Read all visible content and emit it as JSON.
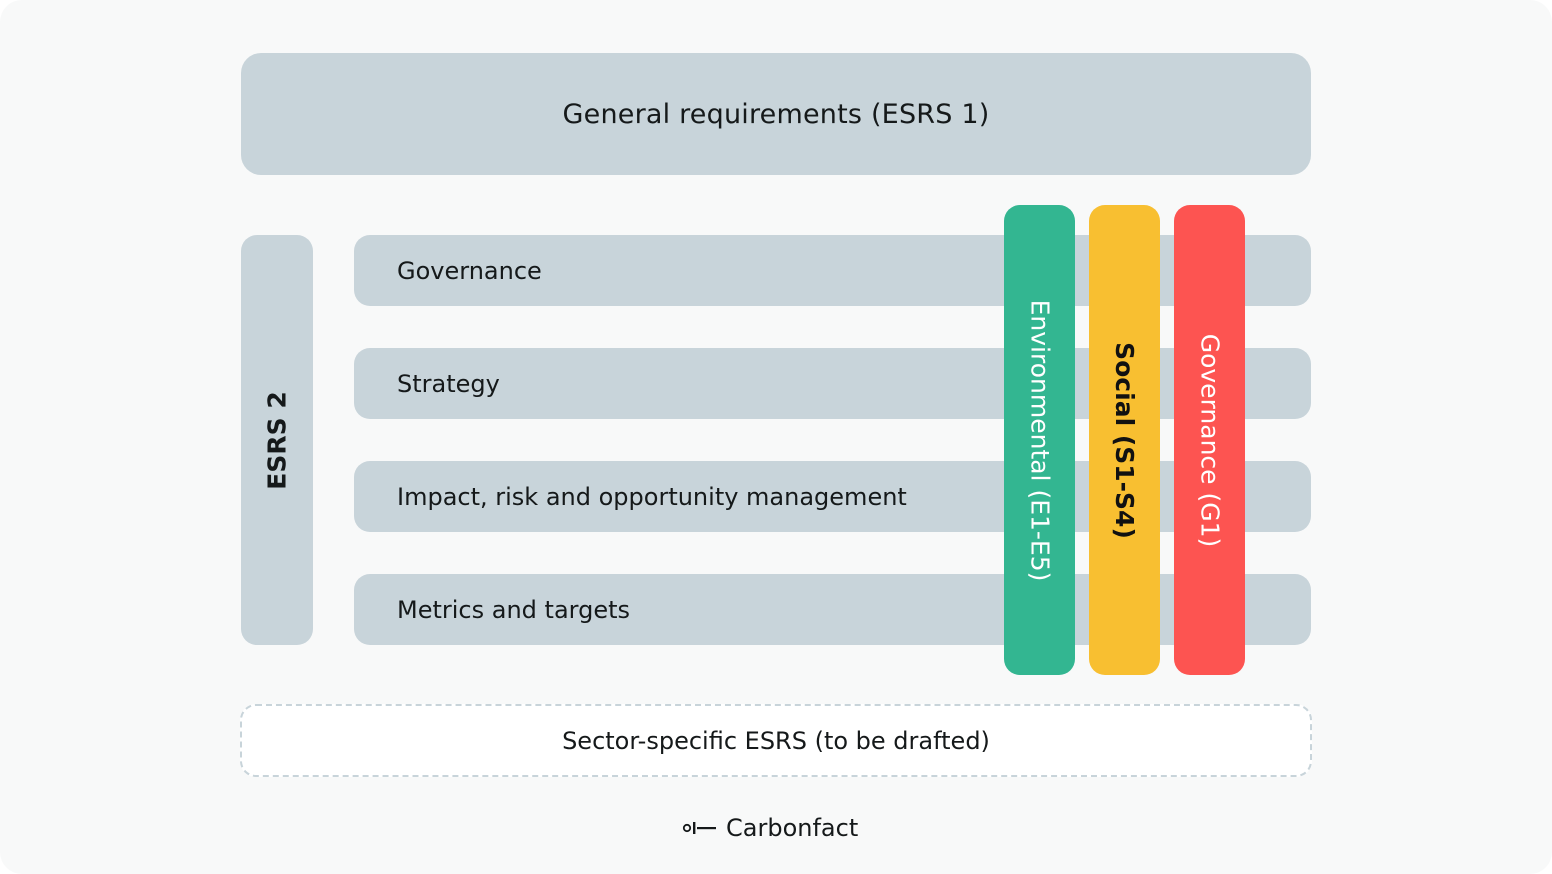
{
  "top": {
    "label": "General requirements (ESRS 1)"
  },
  "esrs2": {
    "label": "ESRS 2"
  },
  "rows": [
    {
      "label": "Governance"
    },
    {
      "label": "Strategy"
    },
    {
      "label": "Impact, risk and opportunity management"
    },
    {
      "label": "Metrics and targets"
    }
  ],
  "pillars": [
    {
      "label": "Environmental (E1-E5)",
      "color": "#33b691"
    },
    {
      "label": "Social (S1-S4)",
      "color": "#f8bf31"
    },
    {
      "label": "Governance (G1)",
      "color": "#fd5451"
    }
  ],
  "sector": {
    "label": "Sector-specific ESRS (to be drafted)"
  },
  "brand": {
    "name": "Carbonfact",
    "icon": "carbonfact-logo-icon"
  }
}
